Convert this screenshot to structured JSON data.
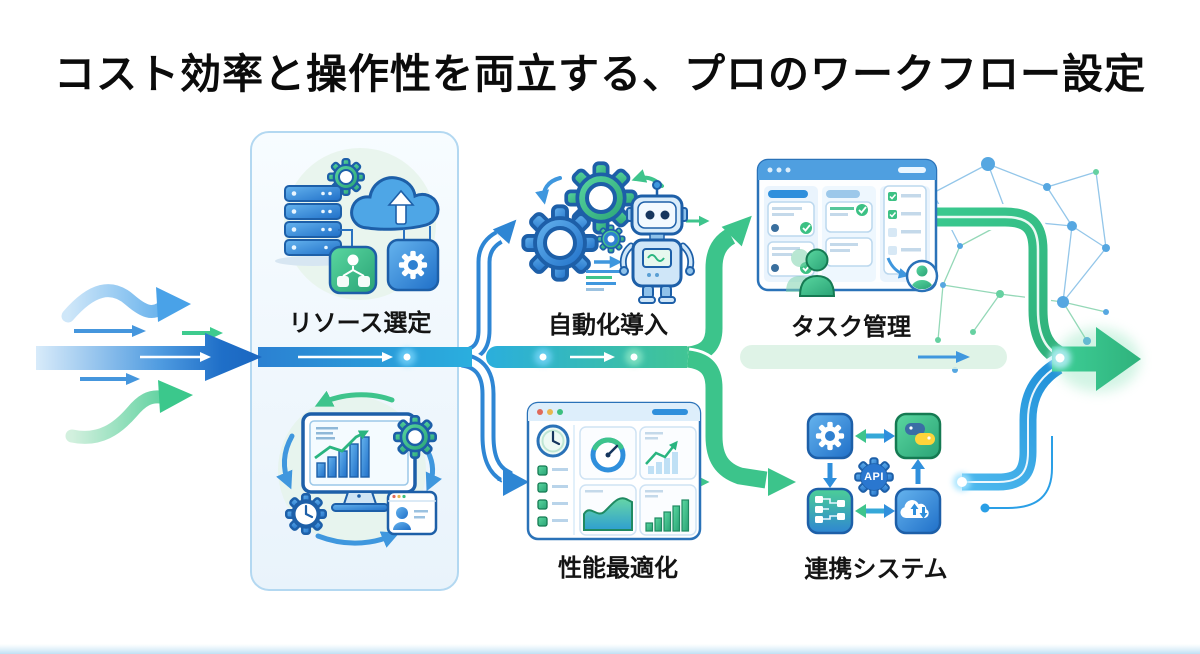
{
  "title": "コスト効率と操作性を両立する、プロのワークフロー設定",
  "steps": {
    "resource": {
      "label": "リソース選定"
    },
    "automation": {
      "label": "自動化導入"
    },
    "task": {
      "label": "タスク管理"
    },
    "performance": {
      "label": "性能最適化"
    },
    "integration": {
      "label": "連携システム",
      "api_badge": "API"
    }
  },
  "colors": {
    "deep_blue": "#1a6ac2",
    "sky_blue": "#2aaede",
    "green": "#3ec48c",
    "outline_navy": "#1d5fa8",
    "panel_border": "#b3d8f1",
    "title_text": "#0b0b0b",
    "python_blue": "#3a6ea5",
    "python_yellow": "#ffd43b"
  },
  "icons": [
    "server-stack-icon",
    "cloud-upload-icon",
    "gear-icon",
    "database-branch-icon",
    "settings-square-icon",
    "monitor-chart-icon",
    "clock-gear-icon",
    "user-card-icon",
    "cycle-arrows-icon",
    "robot-icon",
    "task-board-icon",
    "person-icon",
    "avatar-icon",
    "dashboard-icon",
    "gauge-icon",
    "trend-chart-icon",
    "area-chart-icon",
    "bar-chart-icon",
    "api-gear-icon",
    "python-app-icon",
    "workflow-app-icon",
    "cloud-sync-app-icon",
    "network-graph-icon",
    "flow-arrow-icon"
  ]
}
